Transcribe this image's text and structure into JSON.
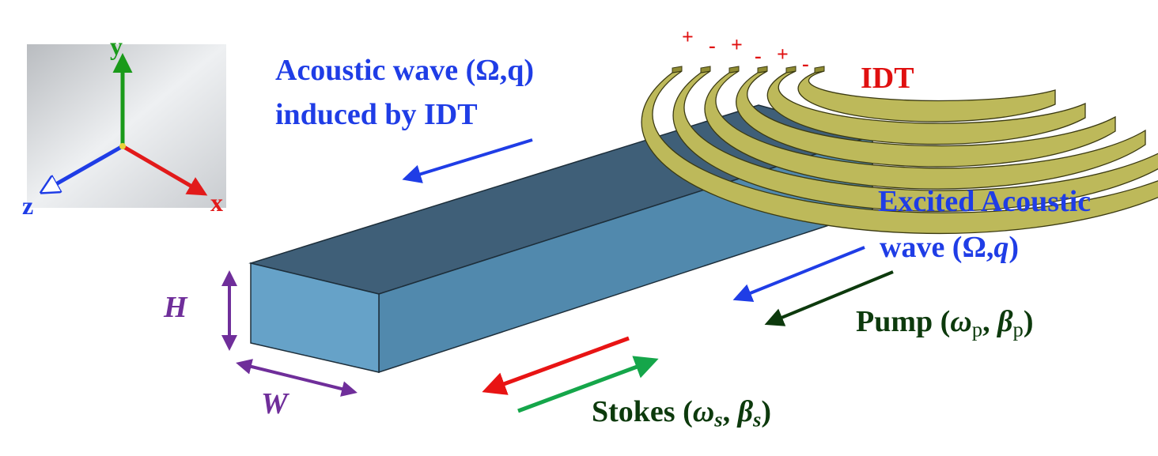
{
  "axes": {
    "x": "x",
    "y": "y",
    "z": "z"
  },
  "labels": {
    "acoustic_line1": "Acoustic wave (Ω,q)",
    "acoustic_line2": "induced by IDT",
    "idt": "IDT",
    "excited_line1": "Excited Acoustic",
    "excited_line2_a": "wave (Ω,",
    "excited_line2_q": "q",
    "excited_line2_b": ")",
    "pump_a": "Pump (",
    "pump_omega": "ω",
    "pump_sub1": "p",
    "pump_sep": ", ",
    "pump_beta": "β",
    "pump_sub2": "p",
    "pump_b": ")",
    "stokes_a": "Stokes (",
    "stokes_omega": "ω",
    "stokes_sub1": "s",
    "stokes_sep": ", ",
    "stokes_beta": "β",
    "stokes_sub2": "s",
    "stokes_b": ")",
    "height": "H",
    "width": "W"
  },
  "electrode_signs": [
    "+",
    "-",
    "+",
    "-",
    "+",
    "-"
  ],
  "colors": {
    "waveguide_top": "#3f5f78",
    "waveguide_front": "#66a2c8",
    "waveguide_side": "#5189ad",
    "idt": "#bdb95a",
    "acoustic_arrow": "#1f3de6",
    "pump_arrow": "#0d3a0d",
    "stokes_red": "#e81414",
    "stokes_green": "#15a64a",
    "dimension": "#6f2e9a"
  }
}
